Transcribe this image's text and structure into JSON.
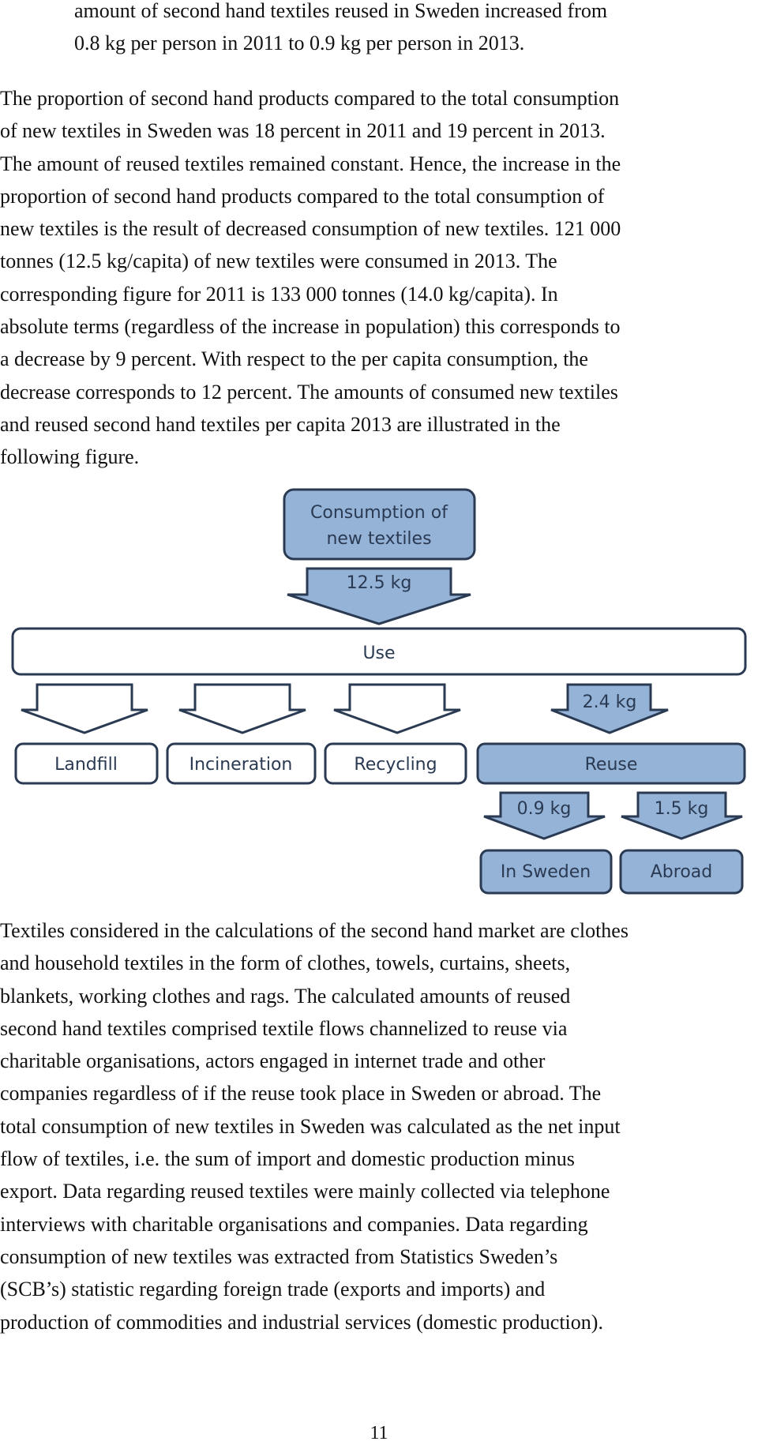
{
  "paragraphs": {
    "intro_lines": [
      "amount of second hand textiles reused in Sweden increased from",
      "0.8 kg per person in 2011 to 0.9 kg per person in 2013."
    ],
    "p1_lines": [
      "The proportion of second hand products compared to the total consumption",
      "of new textiles in Sweden was 18 percent in 2011 and 19 percent in 2013.",
      "The amount of reused textiles remained constant. Hence, the increase in the",
      "proportion of second hand products compared to the total consumption of",
      "new textiles is the result of decreased consumption of new textiles. 121 000",
      "tonnes (12.5 kg/capita) of new textiles were consumed in 2013. The",
      "corresponding figure for 2011 is 133 000 tonnes (14.0 kg/capita). In",
      "absolute terms (regardless of the increase in population) this corresponds to",
      "a decrease by 9 percent. With respect to the per capita consumption, the",
      "decrease corresponds to 12 percent. The amounts of consumed new textiles",
      "and reused second hand textiles per capita 2013 are illustrated in the",
      "following figure."
    ],
    "p2_lines": [
      "Textiles considered in the calculations of the second hand market are clothes",
      "and household textiles in the form of clothes, towels, curtains, sheets,",
      "blankets, working clothes and rags. The calculated amounts of reused",
      "second hand textiles comprised textile flows channelized to reuse via",
      "charitable organisations, actors engaged in internet trade and other",
      "companies regardless of if the reuse took place in Sweden or abroad. The",
      "total consumption of new textiles in Sweden was calculated as the net input",
      "flow of textiles, i.e. the sum of import and domestic production minus",
      "export. Data regarding reused textiles were mainly collected via telephone",
      "interviews with charitable organisations and companies. Data regarding",
      "consumption of new textiles was extracted from Statistics Sweden’s",
      "(SCB’s) statistic regarding foreign trade (exports and imports) and",
      "production of commodities and industrial services (domestic production)."
    ]
  },
  "diagram": {
    "consumption_line1": "Consumption of",
    "consumption_line2": "new textiles",
    "consumption_amount": "12.5 kg",
    "use": "Use",
    "landfill": "Landfill",
    "incineration": "Incineration",
    "recycling": "Recycling",
    "reuse": "Reuse",
    "reuse_amount": "2.4 kg",
    "sweden_amount": "0.9 kg",
    "abroad_amount": "1.5 kg",
    "in_sweden": "In Sweden",
    "abroad": "Abroad",
    "colors": {
      "fill_blue": "#95b3d7",
      "stroke_dark": "#2a3a52",
      "fill_white": "#ffffff"
    }
  },
  "page_number": "11"
}
